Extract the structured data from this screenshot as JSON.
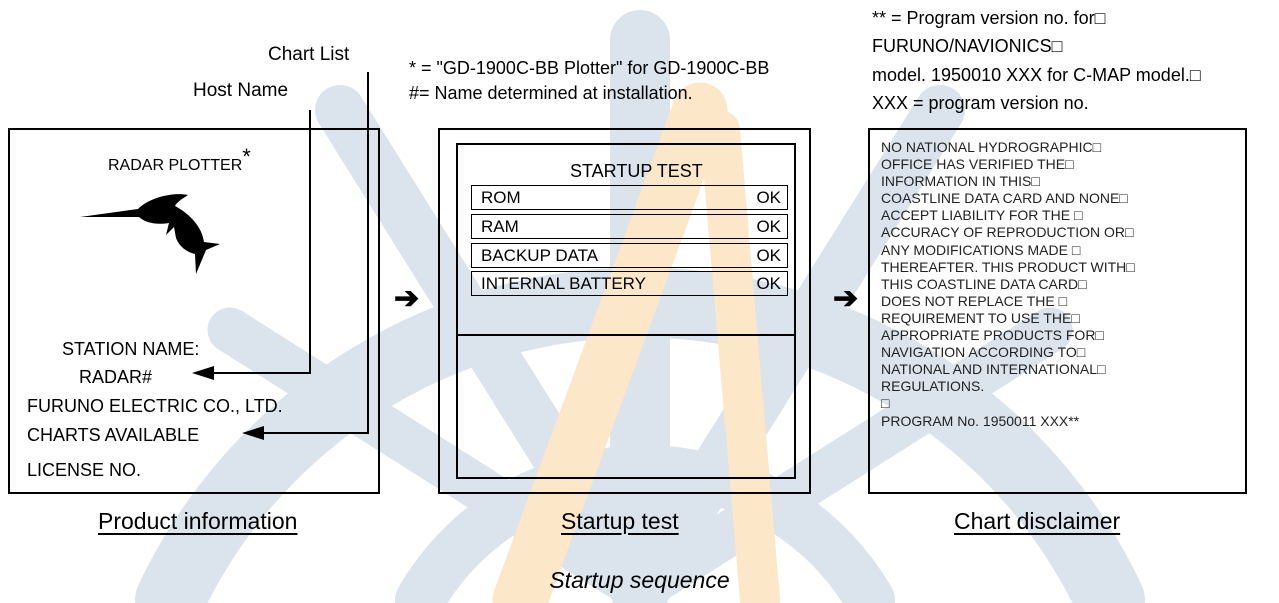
{
  "watermark": {
    "colors": {
      "gray": "#dbe3ec",
      "orange": "#fce7c8"
    }
  },
  "callouts": {
    "chart_list": "Chart List",
    "host_name": "Host Name"
  },
  "notes": {
    "middle": [
      "* = \"GD-1900C-BB Plotter\" for GD-1900C-BB",
      "#= Name determined at installation."
    ],
    "right": [
      "** = Program version no. for□",
      "FURUNO/NAVIONICS□",
      "model. 1950010 XXX for C-MAP model.□",
      "XXX = program version no."
    ]
  },
  "product_info": {
    "title": "RADAR PLOTTER",
    "title_mark": "*",
    "logo_icon": "sailfish-logo",
    "station_name": "STATION NAME:",
    "radar": "RADAR#",
    "company": "FURUNO ELECTRIC CO., LTD.",
    "charts_available": "CHARTS AVAILABLE",
    "license": "LICENSE NO.",
    "caption": "Product information"
  },
  "startup_test": {
    "title": "STARTUP TEST",
    "rows": [
      {
        "label": "ROM",
        "status": "OK"
      },
      {
        "label": "RAM",
        "status": "OK"
      },
      {
        "label": "BACKUP DATA",
        "status": "OK"
      },
      {
        "label": "INTERNAL BATTERY",
        "status": "OK"
      }
    ],
    "caption": "Startup test"
  },
  "disclaimer": {
    "lines": [
      "NO NATIONAL HYDROGRAPHIC□",
      "OFFICE HAS VERIFIED THE□",
      "INFORMATION IN THIS□",
      "COASTLINE DATA CARD AND NONE□",
      "ACCEPT LIABILITY FOR THE □",
      "ACCURACY OF REPRODUCTION OR□",
      "ANY MODIFICATIONS MADE □",
      "THEREAFTER. THIS PRODUCT WITH□",
      "THIS COASTLINE DATA CARD□",
      "DOES NOT REPLACE THE □",
      "REQUIREMENT TO USE THE□",
      "APPROPRIATE PRODUCTS FOR□",
      "NAVIGATION ACCORDING TO□",
      "NATIONAL AND INTERNATIONAL□",
      "REGULATIONS.",
      "□",
      "PROGRAM No. 1950011 XXX**"
    ],
    "caption": "Chart disclaimer"
  },
  "flow_arrow": "➔",
  "sequence_caption": "Startup sequence"
}
